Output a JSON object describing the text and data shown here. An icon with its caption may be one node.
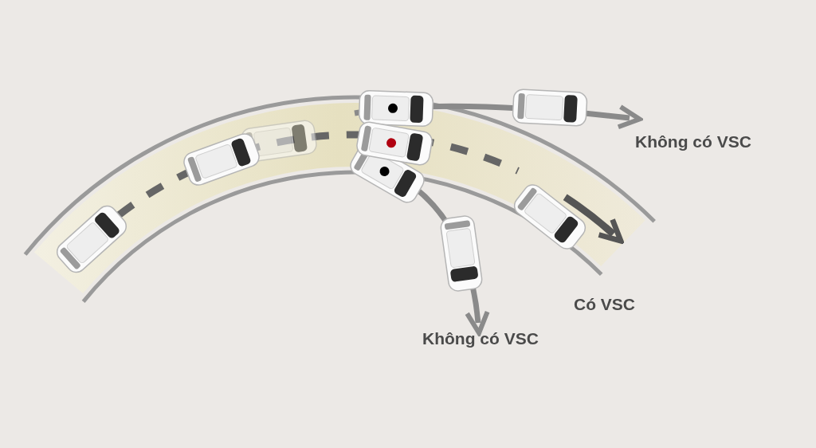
{
  "diagram": {
    "labels": [
      "Không có VSC",
      "Có VSC",
      "Không có VSC"
    ]
  }
}
